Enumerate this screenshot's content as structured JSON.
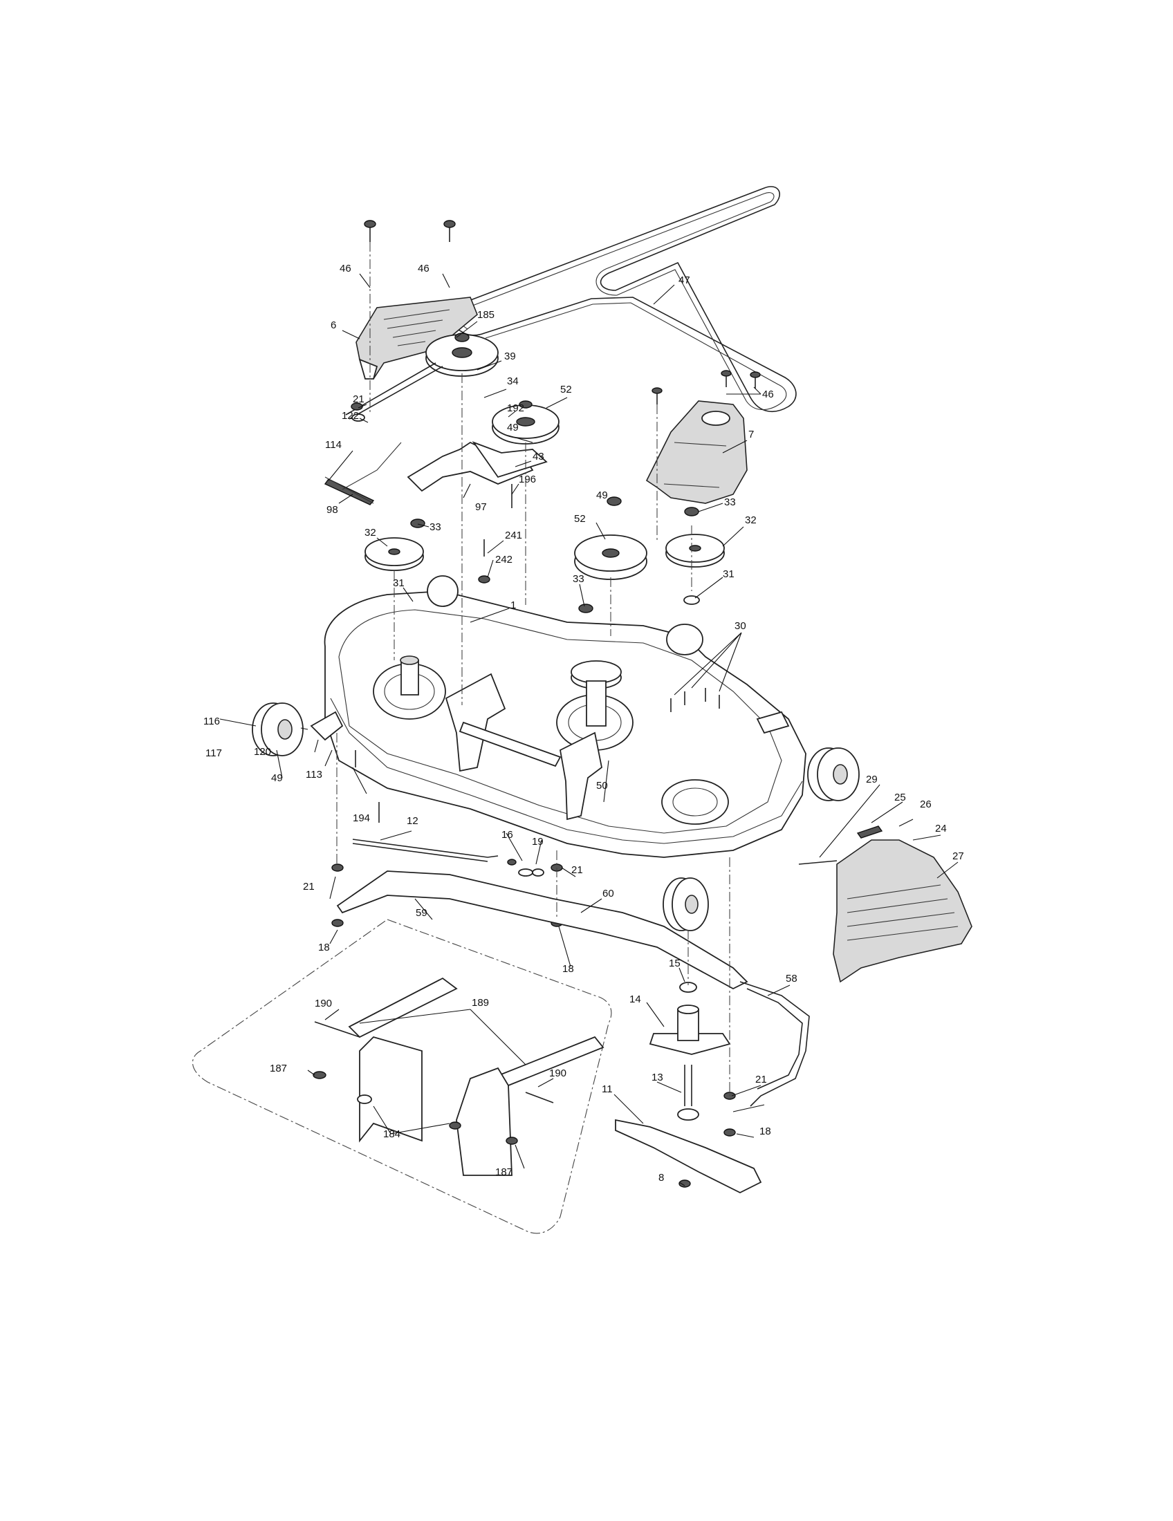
{
  "diagram": {
    "callouts": [
      "46",
      "46",
      "47",
      "185",
      "6",
      "39",
      "34",
      "192",
      "49",
      "52",
      "21",
      "122",
      "46",
      "7",
      "114",
      "43",
      "196",
      "98",
      "97",
      "49",
      "33",
      "33",
      "32",
      "32",
      "52",
      "241",
      "242",
      "31",
      "1",
      "33",
      "31",
      "30",
      "116",
      "117",
      "120",
      "49",
      "113",
      "50",
      "29",
      "25",
      "26",
      "24",
      "194",
      "12",
      "16",
      "19",
      "21",
      "21",
      "27",
      "59",
      "60",
      "18",
      "18",
      "15",
      "58",
      "190",
      "189",
      "14",
      "187",
      "190",
      "13",
      "21",
      "11",
      "184",
      "187",
      "18",
      "8"
    ]
  }
}
